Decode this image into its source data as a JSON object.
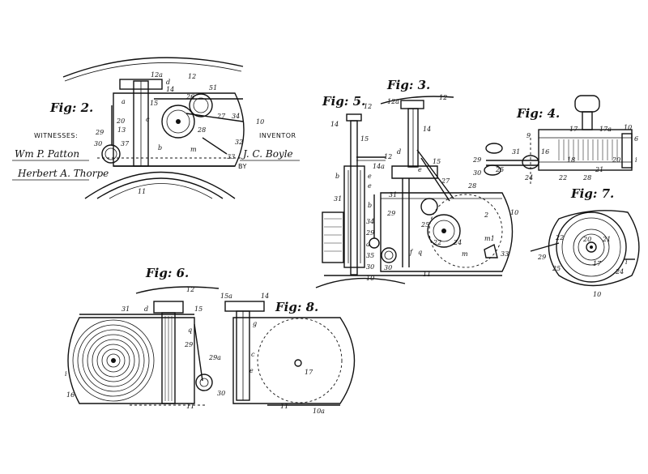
{
  "figures": {
    "fig2": "Fig: 2.",
    "fig3": "Fig: 3.",
    "fig4": "Fig: 4.",
    "fig5": "Fig: 5.",
    "fig6": "Fig: 6.",
    "fig7": "Fig: 7.",
    "fig8": "Fig: 8."
  },
  "witnesses_heading": "WITNESSES:",
  "witness_1": "Wm P. Patton",
  "witness_2": "Herbert A. Thorpe",
  "inventor_heading": "INVENTOR",
  "inventor_name": "J. C. Boyle",
  "by_label": "BY",
  "labels": {
    "fig2": [
      "12a",
      "12",
      "d",
      "14",
      "51",
      "a",
      "15",
      "10",
      "27",
      "34",
      "26",
      "c",
      "20",
      "29",
      "13",
      "30",
      "37",
      "28",
      "b",
      "m",
      "33",
      "32",
      "11"
    ],
    "fig3": [
      "12a",
      "12",
      "14",
      "d",
      "15",
      "e",
      "31",
      "29",
      "27",
      "28",
      "2",
      "22",
      "24",
      "25",
      "m1",
      "m",
      "33",
      "30",
      "11",
      "10",
      "q",
      "f"
    ],
    "fig4": [
      "17",
      "17a",
      "10",
      "6",
      "9",
      "31",
      "29",
      "30",
      "25",
      "i",
      "20",
      "18",
      "16",
      "24",
      "21",
      "22",
      "28"
    ],
    "fig5": [
      "14",
      "12",
      "15",
      "14a",
      "12",
      "e",
      "b",
      "e",
      "31",
      "b",
      "34",
      "29",
      "a",
      "35",
      "30",
      "10"
    ],
    "fig6": [
      "12",
      "d",
      "15",
      "31",
      "29",
      "29a",
      "30",
      "i",
      "16",
      "11",
      "q"
    ],
    "fig7": [
      "22",
      "20",
      "21",
      "17",
      "i",
      "29",
      "25",
      "24",
      "10"
    ],
    "fig8": [
      "15a",
      "14",
      "g",
      "c",
      "e",
      "17",
      "11",
      "10a"
    ]
  }
}
